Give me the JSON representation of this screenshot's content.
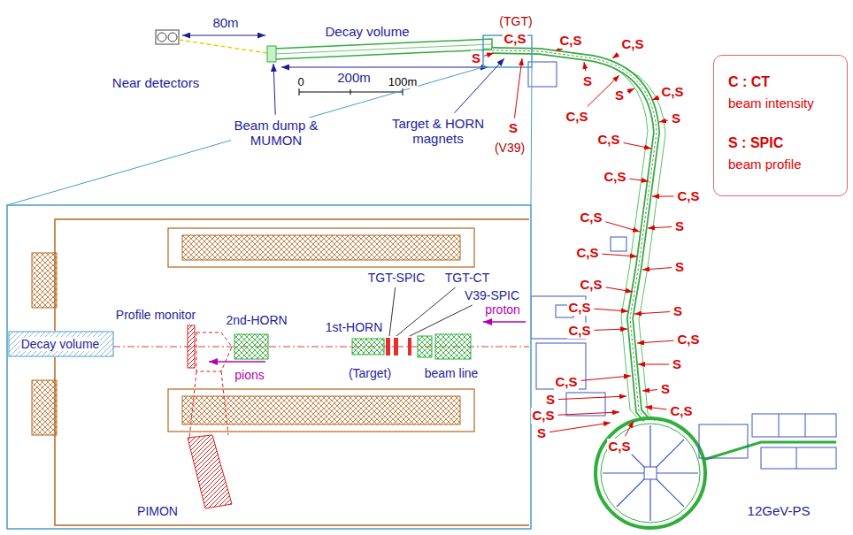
{
  "diagram": {
    "nodes": [
      {
        "text": [
          "C : CT",
          "beam intensity",
          "S : SPIC",
          "beam profile"
        ]
      }
    ],
    "labels": [
      "80m",
      "Decay volume",
      "200m",
      "0",
      "100m",
      "Near detectors",
      "Beam dump & MUMON",
      "Target & HORN magnets",
      "(TGT)",
      "(V39)",
      "12GeV-PS",
      "Profile monitor",
      "TGT-SPIC",
      "TGT-CT",
      "V39-SPIC",
      "proton",
      "2nd-HORN",
      "1st-HORN",
      "Decay volume",
      "pions",
      "(Target)",
      "beam line",
      "PIMON",
      "C,S",
      "S",
      "C,S",
      "C,S",
      "S",
      "S",
      "C,S",
      "S",
      "C,S",
      "S",
      "C,S",
      "C,S",
      "C,S",
      "S",
      "C,S",
      "C,S",
      "S",
      "C,S",
      "C,S",
      "S",
      "C,S",
      "C,S",
      "S",
      "S",
      "C,S",
      "S",
      "C,S",
      "S",
      "C,S",
      "C,S"
    ]
  }
}
